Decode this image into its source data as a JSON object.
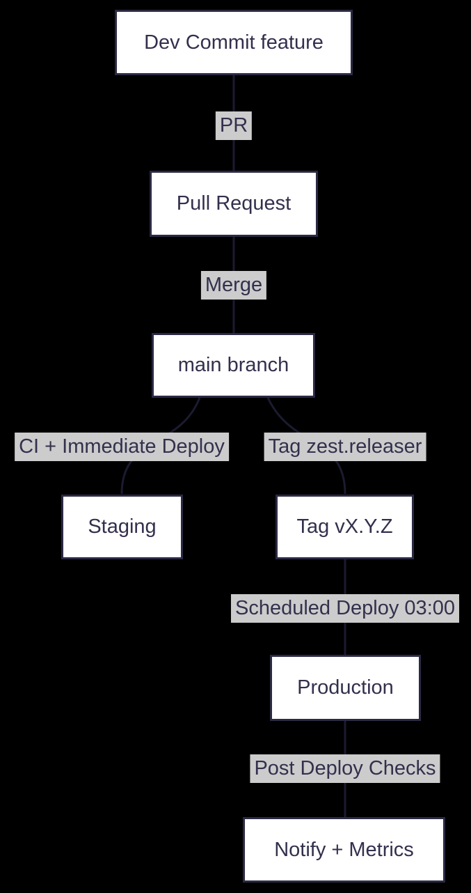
{
  "diagram": {
    "type": "flowchart",
    "direction": "top-down",
    "colors": {
      "background": "#000000",
      "node_fill": "#ffffff",
      "node_border": "#2b2a44",
      "text": "#33304d",
      "edge_label_bg": "#cccccc",
      "edge_line": "#1b1b30"
    },
    "nodes": [
      {
        "id": "dev-commit",
        "label": "Dev Commit feature"
      },
      {
        "id": "pull-request",
        "label": "Pull Request"
      },
      {
        "id": "main-branch",
        "label": "main branch"
      },
      {
        "id": "staging",
        "label": "Staging"
      },
      {
        "id": "tag-vxyz",
        "label": "Tag vX.Y.Z"
      },
      {
        "id": "production",
        "label": "Production"
      },
      {
        "id": "notify-metrics",
        "label": "Notify + Metrics"
      }
    ],
    "edge_labels": [
      {
        "id": "pr",
        "label": "PR"
      },
      {
        "id": "merge",
        "label": "Merge"
      },
      {
        "id": "ci-immediate-deploy",
        "label": "CI + Immediate Deploy"
      },
      {
        "id": "tag-zest-releaser",
        "label": "Tag zest.releaser"
      },
      {
        "id": "scheduled-deploy",
        "label": "Scheduled Deploy 03:00"
      },
      {
        "id": "post-deploy-checks",
        "label": "Post Deploy Checks"
      }
    ],
    "edges": [
      {
        "from": "dev-commit",
        "to": "pull-request",
        "label": "PR"
      },
      {
        "from": "pull-request",
        "to": "main-branch",
        "label": "Merge"
      },
      {
        "from": "main-branch",
        "to": "staging",
        "label": "CI + Immediate Deploy"
      },
      {
        "from": "main-branch",
        "to": "tag-vxyz",
        "label": "Tag zest.releaser"
      },
      {
        "from": "tag-vxyz",
        "to": "production",
        "label": "Scheduled Deploy 03:00"
      },
      {
        "from": "production",
        "to": "notify-metrics",
        "label": "Post Deploy Checks"
      }
    ]
  }
}
